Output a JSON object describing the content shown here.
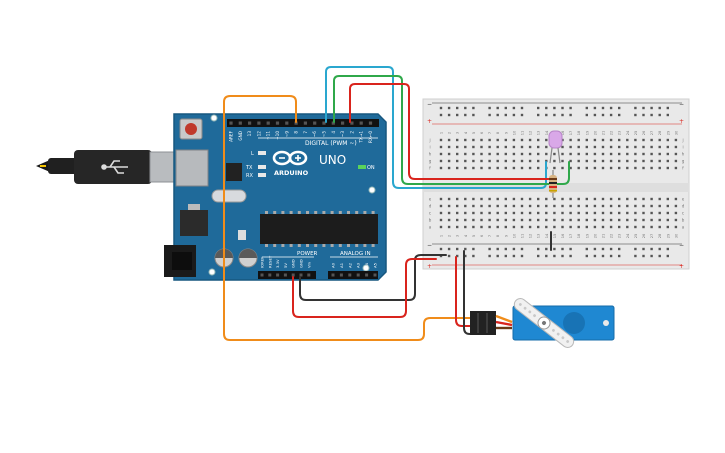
{
  "arduino": {
    "brand": "ARDUINO",
    "model": "UNO",
    "digital_label": "DIGITAL (PWM ~)",
    "power_label": "POWER",
    "analog_label": "ANALOG IN",
    "on_label": "ON",
    "tx_label": "TX",
    "rx_label": "RX",
    "l_label": "L",
    "digital_pins": [
      "AREF",
      "GND",
      "13",
      "12",
      "~11",
      "~10",
      "~9",
      "8",
      "7",
      "~6",
      "~5",
      "4",
      "~3",
      "2",
      "TX→1",
      "RX←0"
    ],
    "power_pins": [
      "IOREF",
      "RESET",
      "3.3V",
      "5V",
      "GND",
      "GND",
      "Vin"
    ],
    "analog_pins": [
      "A0",
      "A1",
      "A2",
      "A3",
      "A4",
      "A5"
    ]
  },
  "breadboard": {
    "col_numbers": [
      "1",
      "2",
      "3",
      "4",
      "5",
      "6",
      "7",
      "8",
      "9",
      "10",
      "11",
      "12",
      "13",
      "14",
      "15",
      "16",
      "17",
      "18",
      "19",
      "20",
      "21",
      "22",
      "23",
      "24",
      "25",
      "26",
      "27",
      "28",
      "29",
      "30"
    ],
    "rows_top": [
      "j",
      "i",
      "h",
      "g",
      "f"
    ],
    "rows_bottom": [
      "e",
      "d",
      "c",
      "b",
      "a"
    ],
    "rail_minus": "−",
    "rail_plus": "+"
  },
  "colors": {
    "board": "#1f6a9a",
    "board_edge": "#17577f",
    "wire_orange": "#f08c1a",
    "wire_blue": "#2aa7cf",
    "wire_green": "#2fa84a",
    "wire_red": "#d9241d",
    "wire_black": "#333333",
    "led": "#d9a8e8",
    "servo": "#1f88d2"
  }
}
